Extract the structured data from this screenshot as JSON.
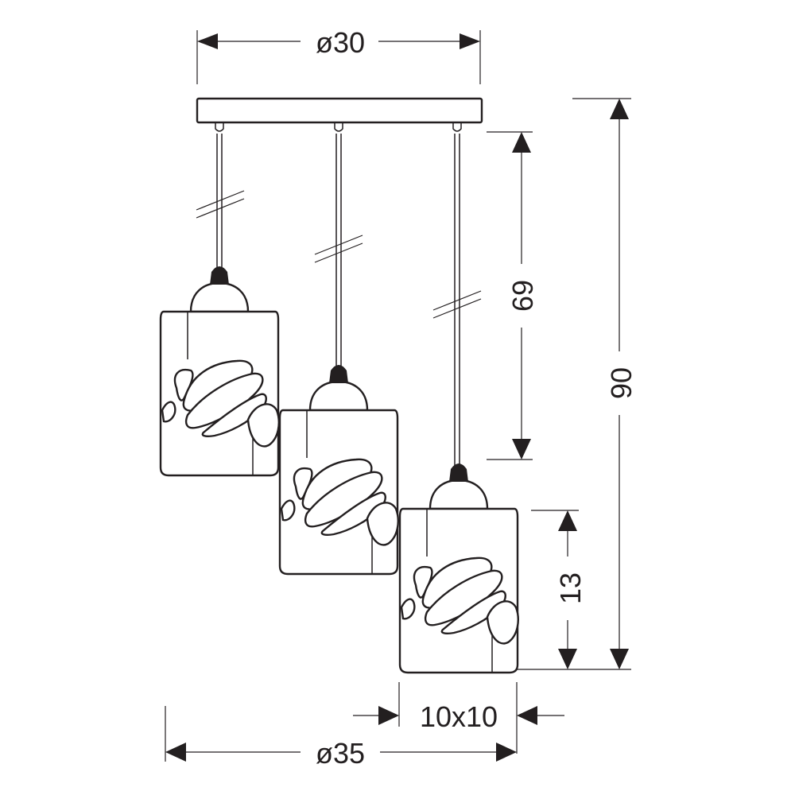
{
  "dimensions": {
    "canopy_diameter": "ø30",
    "total_diameter": "ø35",
    "cable_length": "69",
    "total_height": "90",
    "shade_height": "13",
    "shade_width": "10x10"
  },
  "colors": {
    "line": "#231f20",
    "background": "#ffffff"
  }
}
